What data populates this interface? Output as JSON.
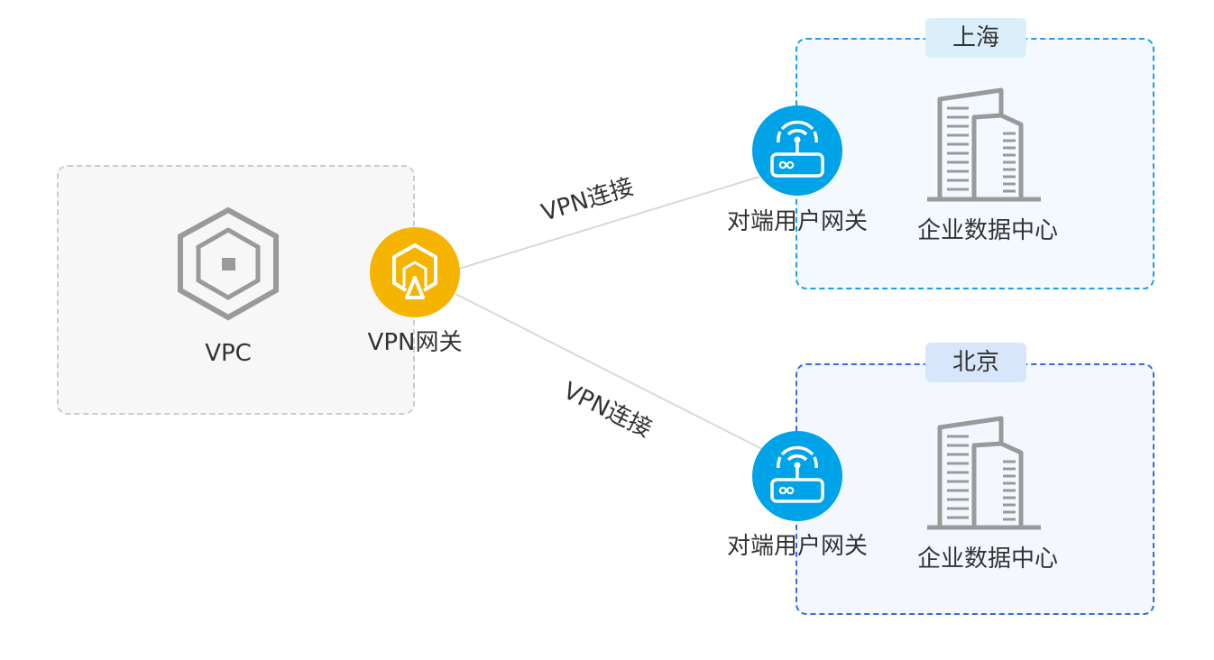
{
  "vpc": {
    "label": "VPC"
  },
  "vpn_gateway": {
    "label": "VPN网关",
    "color": "#f5b400"
  },
  "connections": [
    {
      "label": "VPN连接"
    },
    {
      "label": "VPN连接"
    }
  ],
  "regions": [
    {
      "name": "上海",
      "gateway_label": "对端用户网关",
      "datacenter_label": "企业数据中心",
      "accent": "#1e9df0"
    },
    {
      "name": "北京",
      "gateway_label": "对端用户网关",
      "datacenter_label": "企业数据中心",
      "accent": "#2f6de8"
    }
  ],
  "colors": {
    "router": "#00a2e8",
    "icon_gray": "#9a9a9a",
    "line": "#d9d9d9"
  },
  "icons": {
    "vpc": "hexagon-vpc-icon",
    "vpn_gateway": "vpn-gateway-icon",
    "customer_gateway": "router-icon",
    "datacenter": "building-icon"
  }
}
